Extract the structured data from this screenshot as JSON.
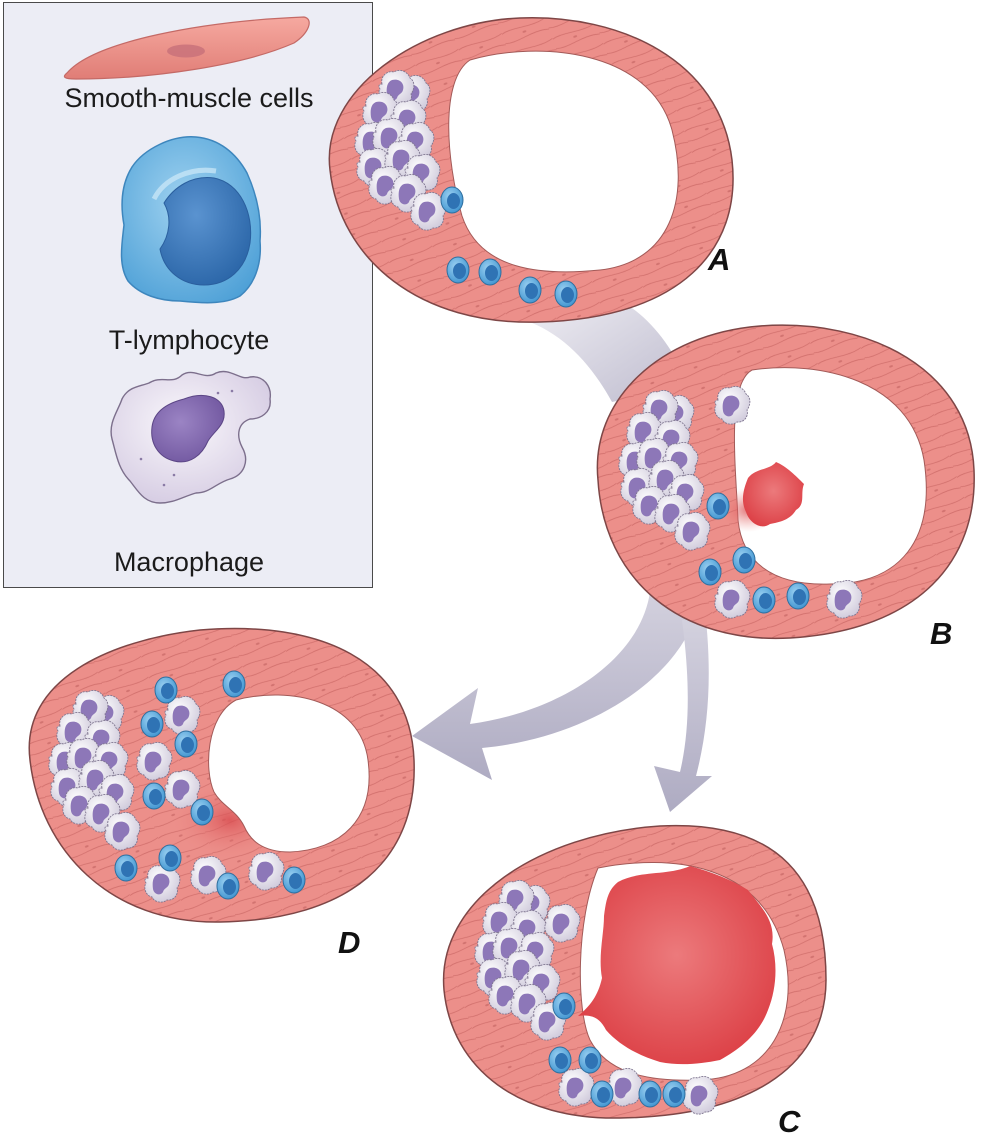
{
  "figure": {
    "title": "Progression of arterial plaque with inflammatory cells",
    "colors": {
      "vessel_wall": "#ec8f8a",
      "vessel_wall_edge": "#8c4a4a",
      "muscle_fiber_line": "#c0605e",
      "lumen": "#ffffff",
      "macrophage_body": "#ece8f2",
      "macrophage_nucleus": "#8c74b4",
      "t_cell_body": "#4fa7dc",
      "t_cell_nucleus": "#2d78b8",
      "thrombus": "#e2474b",
      "arrow": "#b1aec4",
      "legend_bg": "#ecedf5"
    }
  },
  "legend": {
    "items": [
      {
        "key": "smooth-muscle",
        "label": "Smooth-muscle cells"
      },
      {
        "key": "t-lymphocyte",
        "label": "T-lymphocyte"
      },
      {
        "key": "macrophage",
        "label": "Macrophage"
      }
    ]
  },
  "panels": [
    {
      "id": "A",
      "label": "A",
      "state": "plaque with macrophages and T-lymphocytes, open lumen"
    },
    {
      "id": "B",
      "label": "B",
      "state": "plaque rupture with small thrombus"
    },
    {
      "id": "C",
      "label": "C",
      "state": "large occlusive thrombus"
    },
    {
      "id": "D",
      "label": "D",
      "state": "healed plaque with fibrosis, narrowed lumen"
    }
  ],
  "arrows": [
    {
      "from": "A",
      "to": "B"
    },
    {
      "from": "B",
      "to": "D"
    },
    {
      "from": "B",
      "to": "C"
    }
  ]
}
